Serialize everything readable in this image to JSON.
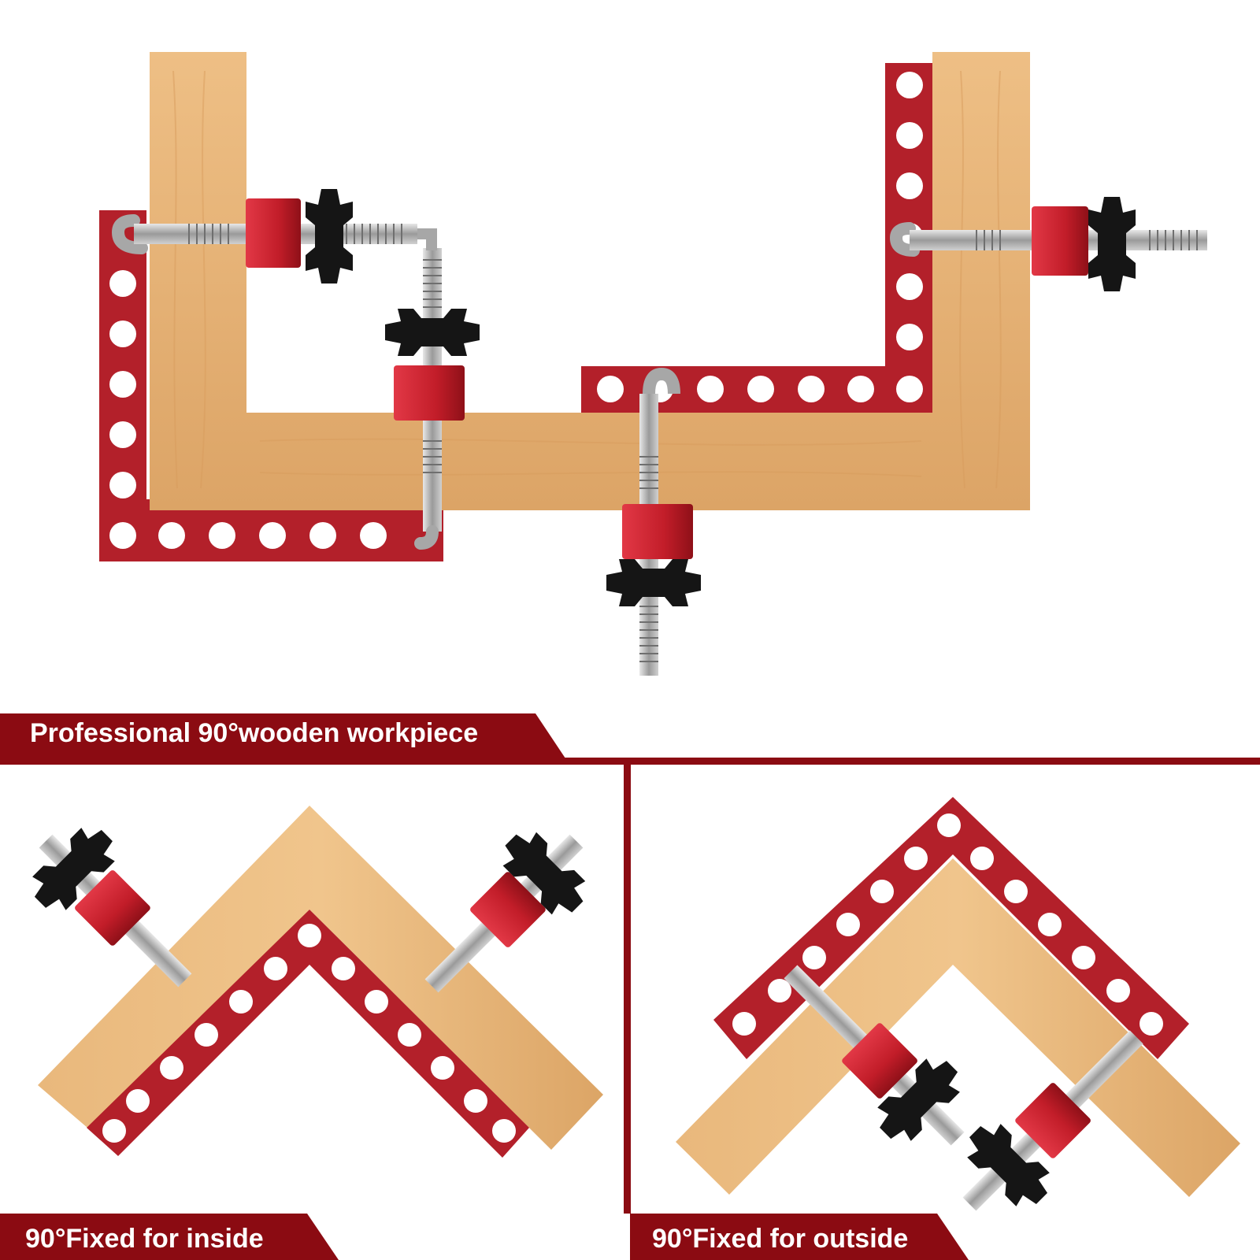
{
  "captions": {
    "top": "Professional 90°wooden workpiece",
    "inside": "90°Fixed for inside",
    "outside": "90°Fixed for outside"
  },
  "colors": {
    "banner": "#8b0b12",
    "square_red": "#b3202a",
    "wood": "#e8b679",
    "wood_grain": "#d89d5c",
    "clamp_block": "#c8202c",
    "knob": "#111111",
    "steel": "#b8b8b8"
  },
  "icons": [
    "corner-clamp-square",
    "wood-board",
    "clamp-knob",
    "threaded-rod"
  ]
}
